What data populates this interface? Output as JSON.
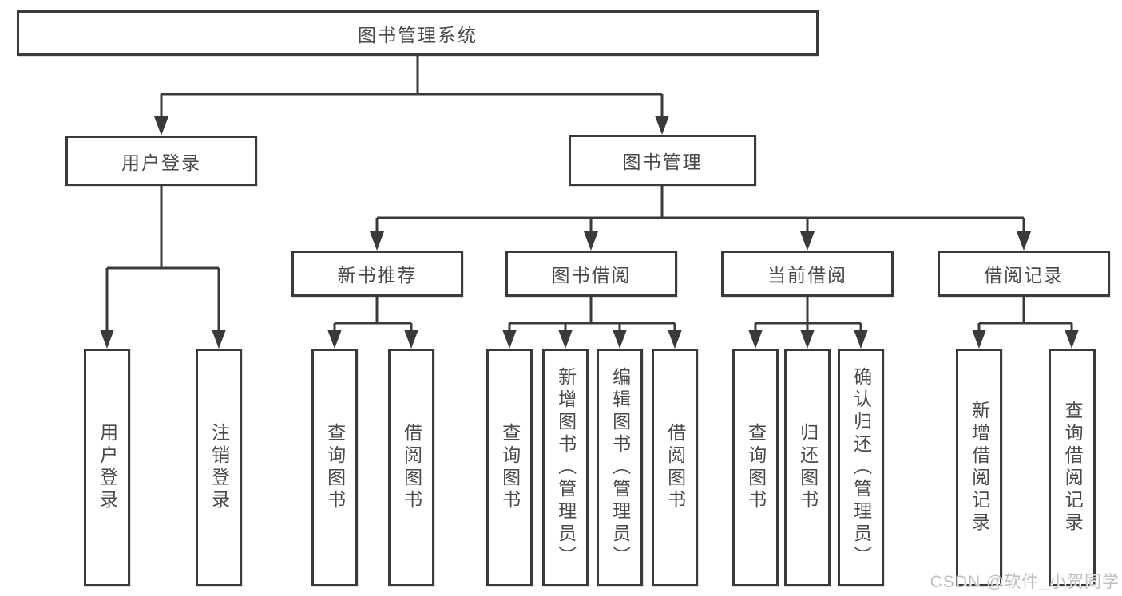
{
  "nodes": {
    "root": "图书管理系统",
    "user_login": "用户登录",
    "book_management": "图书管理",
    "new_book_recommend": "新书推荐",
    "book_borrowing": "图书借阅",
    "current_borrowing": "当前借阅",
    "borrowing_records": "借阅记录",
    "leaf_user_login": "用户登录",
    "leaf_logout": "注销登录",
    "leaf_query_book_recommend": "查询图书",
    "leaf_borrow_book_recommend": "借阅图书",
    "leaf_query_book_borrowing": "查询图书",
    "leaf_add_book_admin": "新增图书（管理员）",
    "leaf_edit_book_admin": "编辑图书（管理员）",
    "leaf_borrow_book_borrowing": "借阅图书",
    "leaf_query_book_current": "查询图书",
    "leaf_return_book": "归还图书",
    "leaf_confirm_return_admin": "确认归还（管理员）",
    "leaf_add_borrow_record": "新增借阅记录",
    "leaf_query_borrow_record": "查询借阅记录"
  },
  "watermark": "CSDN @软件_小贺同学",
  "colors": {
    "line": "#3a3a3a",
    "text": "#4a4a4a",
    "watermark": "#bfbfbf",
    "background": "#ffffff"
  }
}
